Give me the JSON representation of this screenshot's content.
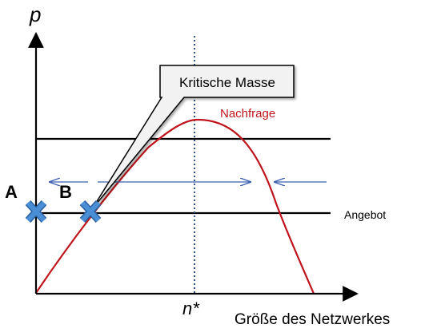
{
  "axes": {
    "y_label": "p",
    "x_tick_label": "n*",
    "x_label": "Größe des Netzwerkes"
  },
  "points": {
    "a_label": "A",
    "b_label": "B"
  },
  "curves": {
    "demand_label": "Nachfrage",
    "supply_label": "Angebot"
  },
  "callout": {
    "text": "Kritische Masse"
  },
  "colors": {
    "demand_curve": "#c0141c",
    "markers": "#4a8fd6",
    "arrows": "#3a5fb0",
    "dotted_line": "#2e4f8a",
    "lines": "#000000"
  }
}
